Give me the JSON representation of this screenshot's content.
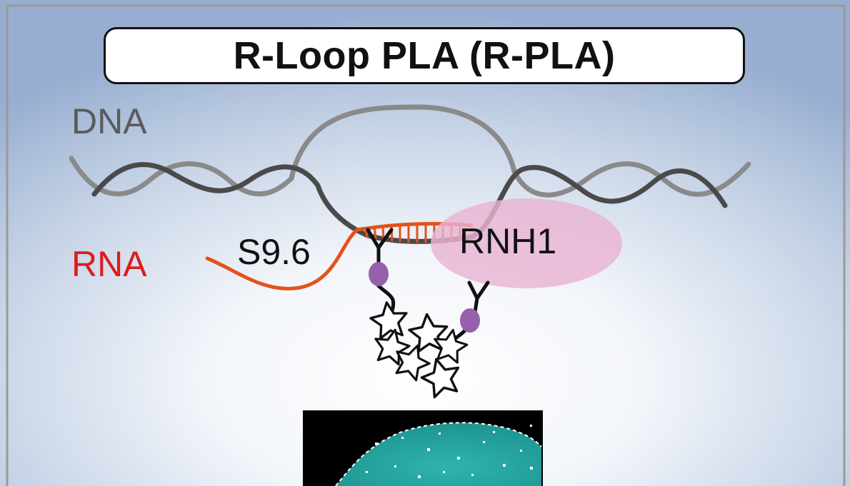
{
  "title": "R-Loop PLA (R-PLA)",
  "labels": {
    "dna": "DNA",
    "rna": "RNA",
    "antibody": "S9.6",
    "protein": "RNH1"
  },
  "colors": {
    "background_edge": "#97aed0",
    "background_center": "#ffffff",
    "dna_dark_strand": "#4a4a4a",
    "dna_light_strand": "#8a8a8a",
    "rna_strand": "#e3521c",
    "rnh1_ellipse": "#e8b3d2",
    "probe_oligo": "#9660ad",
    "microscopy_nucleus": "#2aa7a3",
    "microscopy_background": "#000000"
  },
  "icons": [
    "antibody-y-icon",
    "pla-signal-star-icon",
    "oligo-ellipse-icon",
    "nucleus-image"
  ]
}
